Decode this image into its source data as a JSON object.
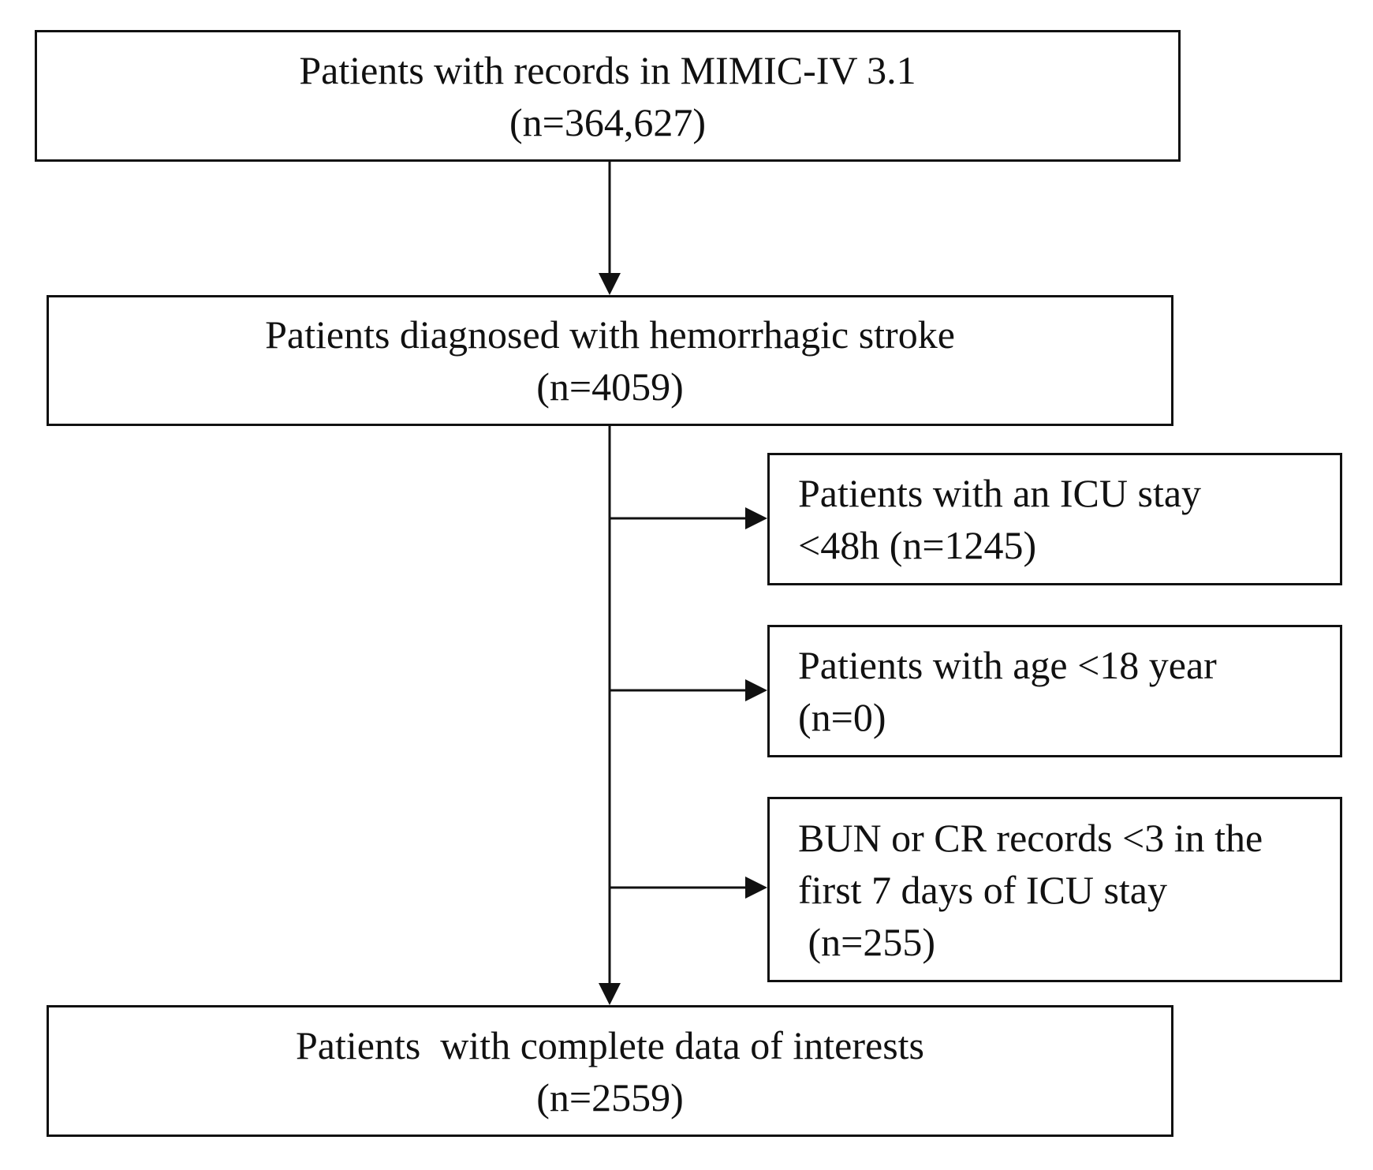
{
  "flowchart": {
    "start": {
      "line1": "Patients with records in MIMIC-IV 3.1",
      "line2": "(n=364,627)"
    },
    "diagnosed": {
      "line1": "Patients diagnosed with hemorrhagic stroke",
      "line2": "(n=4059)"
    },
    "exclusions": [
      {
        "line1": "Patients with an ICU stay",
        "line2": "<48h (n=1245)"
      },
      {
        "line1": "Patients with age <18 year",
        "line2": "(n=0)"
      },
      {
        "line1": "BUN or CR records <3 in the",
        "line2": "first 7 days of ICU stay",
        "line3": " (n=255)"
      }
    ],
    "final": {
      "line1": "Patients  with complete data of interests",
      "line2": "(n=2559)"
    }
  }
}
